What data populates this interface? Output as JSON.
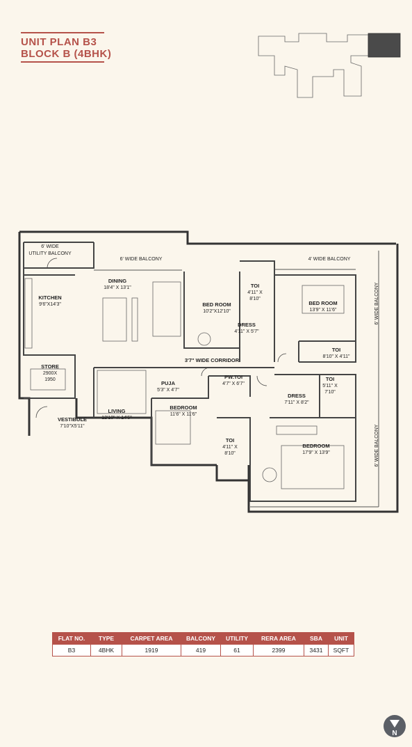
{
  "header": {
    "line1": "UNIT PLAN B3",
    "line2": "BLOCK B (4BHK)"
  },
  "rooms": {
    "utility_balcony": [
      "6' WIDE",
      "UTILITY BALCONY"
    ],
    "balcony_top_left": "6' WIDE BALCONY",
    "balcony_top_right": "4' WIDE BALCONY",
    "balcony_right_upper": "6' WIDE BALCONY",
    "balcony_right_lower": "6' WIDE BALCONY",
    "kitchen": [
      "KITCHEN",
      "9'6\"X14'3\""
    ],
    "dining": [
      "DINING",
      "18'4\" X 13'1\""
    ],
    "store": [
      "STORE",
      "2900X",
      "1950"
    ],
    "living": [
      "LIVING",
      "12'10\" X 14'5\""
    ],
    "vestibule": [
      "VESTIBULE",
      "7'10\"X5'11\""
    ],
    "puja": [
      "PUJA",
      "5'3\" X 4'7\""
    ],
    "pw_toi": [
      "PW.TOI",
      "4'7\" X 6'7\""
    ],
    "corridor": "3'7\" WIDE CORRIDOR",
    "bedroom1": [
      "BED ROOM",
      "10'2\"X12'10\""
    ],
    "toi1": [
      "TOI",
      "4'11\" X",
      "8'10\""
    ],
    "dress1": [
      "DRESS",
      "4'11\" X 5'7\""
    ],
    "bedroom2": [
      "BED ROOM",
      "13'9\" X 11'6\""
    ],
    "toi2": [
      "TOI",
      "8'10\" X 4'11\""
    ],
    "toi3": [
      "TOI",
      "5'11\" X",
      "7'10\""
    ],
    "dress2": [
      "DRESS",
      "7'11\" X 8'2\""
    ],
    "bedroom3": [
      "BEDROOM",
      "11'6\" X 11'6\""
    ],
    "toi4": [
      "TOI",
      "4'11\" X",
      "8'10\""
    ],
    "bedroom4": [
      "BEDROOM",
      "17'9\" X 13'9\""
    ]
  },
  "spec_table": {
    "headers": [
      "FLAT NO.",
      "TYPE",
      "CARPET  AREA",
      "BALCONY",
      "UTILITY",
      "RERA  AREA",
      "SBA",
      "UNIT"
    ],
    "row": [
      "B3",
      "4BHK",
      "1919",
      "419",
      "61",
      "2399",
      "3431",
      "SQFT"
    ]
  },
  "north_label": "N",
  "colors": {
    "accent": "#b5524a",
    "wall": "#3a3a3a",
    "background": "#fbf6ec",
    "key_highlight": "#4a4a4a"
  },
  "icons": [
    "key-plan-diagram",
    "north-arrow-icon"
  ]
}
